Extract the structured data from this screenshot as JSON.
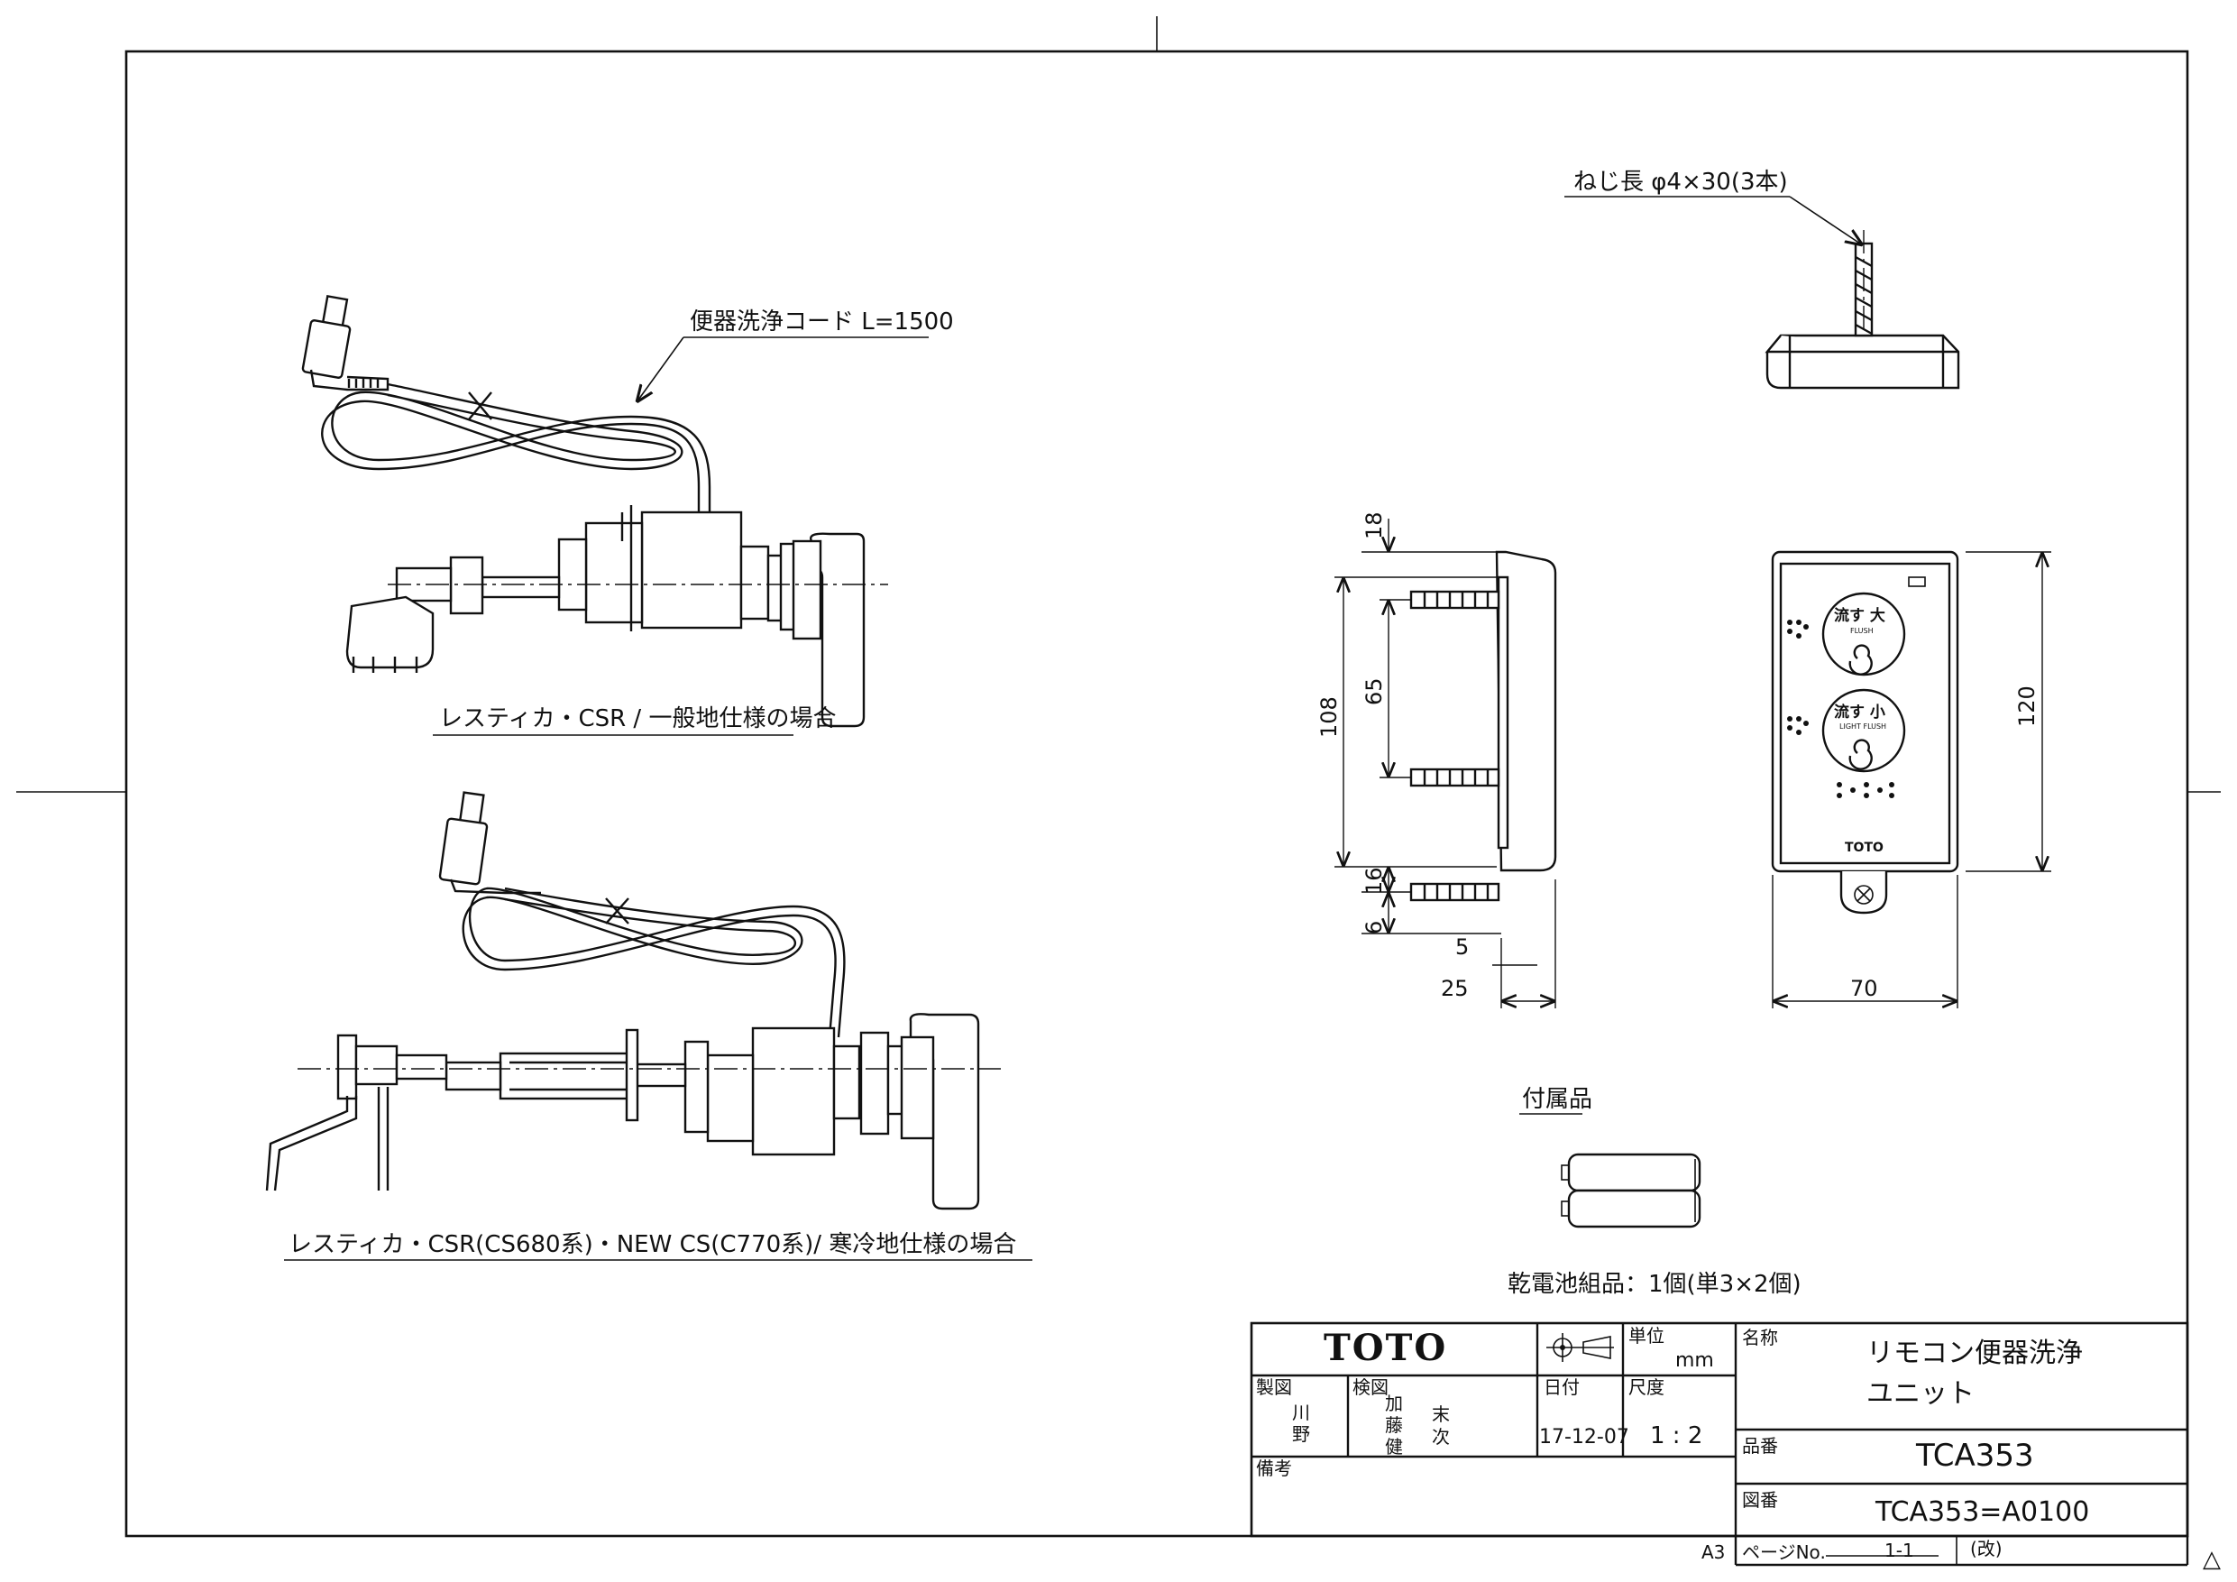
{
  "drawing": {
    "callouts": {
      "cord": "便器洗浄コード L=1500",
      "screw": "ねじ長 φ4×30(3本)",
      "accessories_heading": "付属品",
      "batteries": "乾電池組品：1個(単3×2個)"
    },
    "captions": {
      "standard": "レスティカ・CSR / 一般地仕様の場合",
      "cold": "レスティカ・CSR(CS680系)・NEW CS(C770系)/ 寒冷地仕様の場合"
    },
    "dimensions": {
      "d18": "18",
      "d108": "108",
      "d65": "65",
      "d16": "16",
      "d6": "6",
      "d5": "5",
      "d25": "25",
      "d120": "120",
      "d70": "70"
    },
    "remote_panel": {
      "flush_big": "流す 大",
      "flush_big_sub": "FLUSH",
      "flush_small": "流す 小",
      "flush_small_sub": "LIGHT FLUSH",
      "brand": "TOTO"
    }
  },
  "title_block": {
    "logo": "TOTO",
    "unit_label": "単位",
    "unit_value": "mm",
    "name_label": "名称",
    "name_line1": "リモコン便器洗浄",
    "name_line2": "ユニット",
    "drawn_label": "製図",
    "drawn_by_1": "川",
    "drawn_by_2": "野",
    "checked_label": "検図",
    "checked_by": [
      "加",
      "藤",
      "健",
      "末",
      "次"
    ],
    "date_label": "日付",
    "date_value": "17-12-07",
    "scale_label": "尺度",
    "scale_value": "1 : 2",
    "part_label": "品番",
    "part_value": "TCA353",
    "remarks_label": "備考",
    "drawing_no_label": "図番",
    "drawing_no_value": "TCA353=A0100",
    "sheet_size": "A3",
    "page_label": "ページNo.",
    "page_value": "1-1",
    "revision_label": "(改)",
    "revision_mark": "△"
  }
}
